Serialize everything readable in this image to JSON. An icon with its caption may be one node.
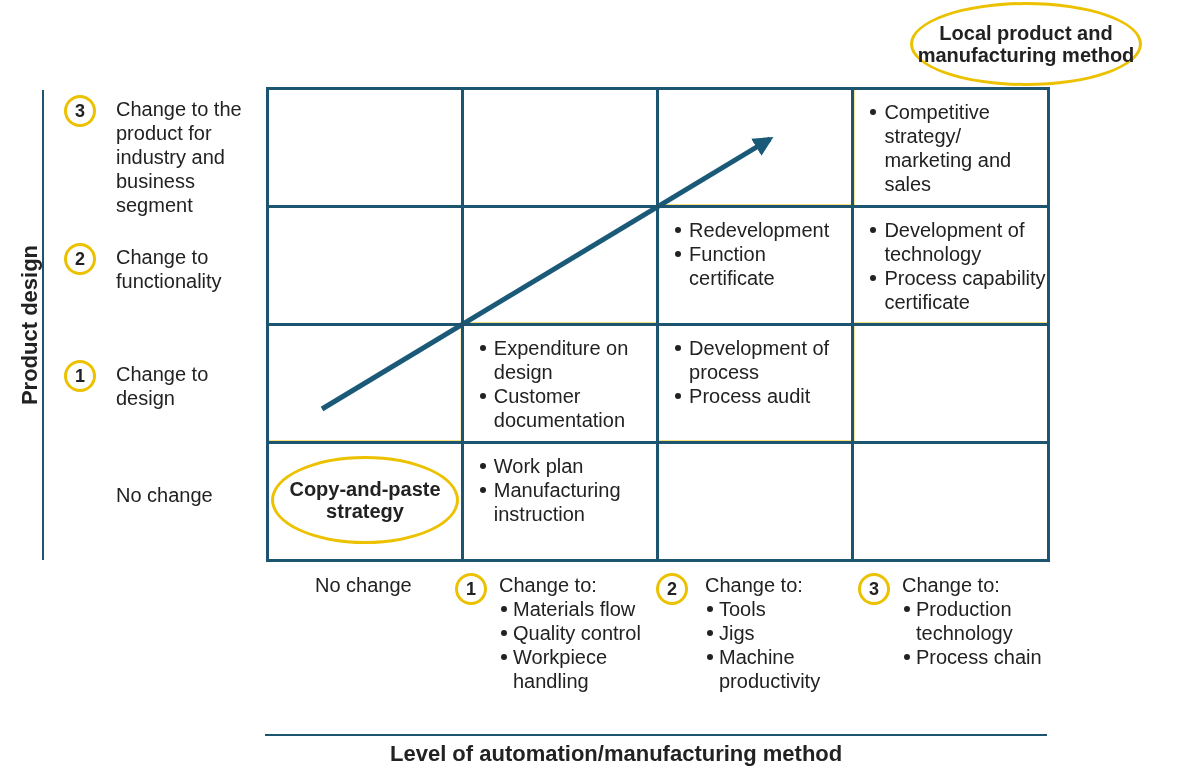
{
  "diagram": {
    "nodes": [
      {
        "text": [
          "Local product and manufacturing method"
        ]
      },
      {
        "text": [
          "3"
        ]
      },
      {
        "text": [
          "Competitive strategy/ marketing and sales"
        ]
      },
      {
        "text": [
          "2"
        ]
      },
      {
        "text": [
          "Redevelopment",
          "Function certificate"
        ]
      },
      {
        "text": [
          "Development of technology",
          "Process capability certificate"
        ]
      },
      {
        "text": [
          "1"
        ]
      },
      {
        "text": [
          "Expenditure on design",
          "Customer documentation"
        ]
      },
      {
        "text": [
          "Development of process",
          "Process audit"
        ]
      },
      {
        "text": [
          "Copy-and-paste strategy"
        ]
      },
      {
        "text": [
          "Work plan",
          "Manufacturing instruction"
        ]
      },
      {
        "text": [
          "1"
        ]
      },
      {
        "text": [
          "2"
        ]
      },
      {
        "text": [
          "3"
        ]
      }
    ],
    "labels": [
      "Product design",
      "Change to the product for industry and business segment",
      "Change to functionality",
      "Change to design",
      "No change",
      "No change",
      "Change to:",
      "Materials flow",
      "Quality control",
      "Workpiece handling",
      "Change to:",
      "Tools",
      "Jigs",
      "Machine productivity",
      "Change to:",
      "Production technology",
      "Process chain",
      "Level of automation/manufacturing method"
    ]
  }
}
